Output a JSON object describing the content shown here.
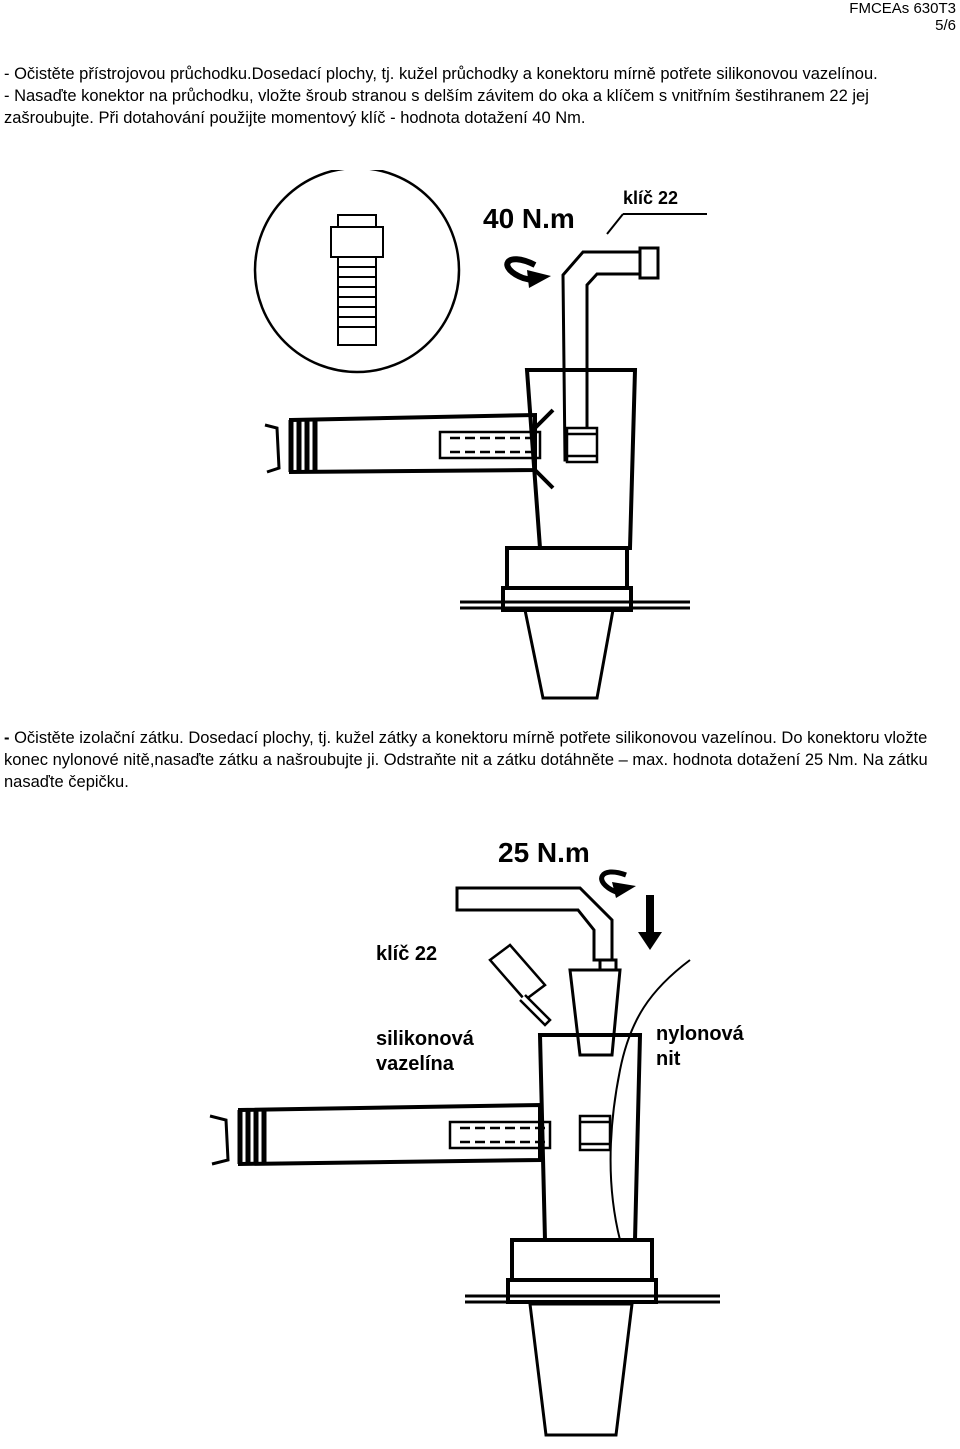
{
  "header": {
    "doc_code": "FMCEAs 630T3",
    "page": "5/6"
  },
  "section1": {
    "line1": "- Očistěte přístrojovou průchodku.Dosedací plochy, tj. kužel průchodky a konektoru mírně potřete silikonovou vazelínou.",
    "line2": "- Nasaďte konektor na průchodku, vložte šroub stranou s delším závitem do oka a klíčem s vnitřním šestihranem 22 jej zašroubujte. Při dotahování použijte momentový klíč - hodnota dotažení 40 Nm."
  },
  "figure1": {
    "torque_label": "40 N.m",
    "key_label": "klíč 22"
  },
  "section2": {
    "dash": "-",
    "text": "Očistěte izolační zátku. Dosedací plochy, tj. kužel zátky a konektoru mírně potřete silikonovou vazelínou. Do konektoru vložte konec nylonové nitě,nasaďte zátku a našroubujte ji. Odstraňte nit a zátku dotáhněte – max. hodnota dotažení 25 Nm. Na zátku nasaďte čepičku."
  },
  "figure2": {
    "torque_label": "25 N.m",
    "key_label": "klíč 22",
    "grease_label_line1": "silikonová",
    "grease_label_line2": "vazelína",
    "thread_label_line1": "nylonová",
    "thread_label_line2": "nit"
  }
}
